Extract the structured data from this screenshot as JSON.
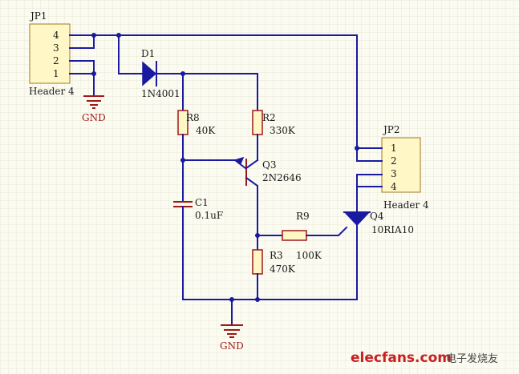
{
  "components": {
    "jp1": {
      "ref": "JP1",
      "value": "Header 4",
      "pins": [
        "4",
        "3",
        "2",
        "1"
      ]
    },
    "jp2": {
      "ref": "JP2",
      "value": "Header 4",
      "pins": [
        "1",
        "2",
        "3",
        "4"
      ]
    },
    "d1": {
      "ref": "D1",
      "value": "1N4001"
    },
    "r8": {
      "ref": "R8",
      "value": "40K"
    },
    "r2": {
      "ref": "R2",
      "value": "330K"
    },
    "q3": {
      "ref": "Q3",
      "value": "2N2646"
    },
    "c1": {
      "ref": "C1",
      "value": "0.1uF"
    },
    "r9": {
      "ref": "R9",
      "value": "100K"
    },
    "r3": {
      "ref": "R3",
      "value": "470K"
    },
    "q4": {
      "ref": "Q4",
      "value": "10RIA10"
    }
  },
  "ground": {
    "label": "GND"
  },
  "watermark": {
    "site": "elecfans.com",
    "brand": "电子发烧友"
  },
  "colors": {
    "wire": "#1a1aa0",
    "part": "#a01818",
    "header_fill": "#fff7c6",
    "watermark_red": "#c82020"
  }
}
